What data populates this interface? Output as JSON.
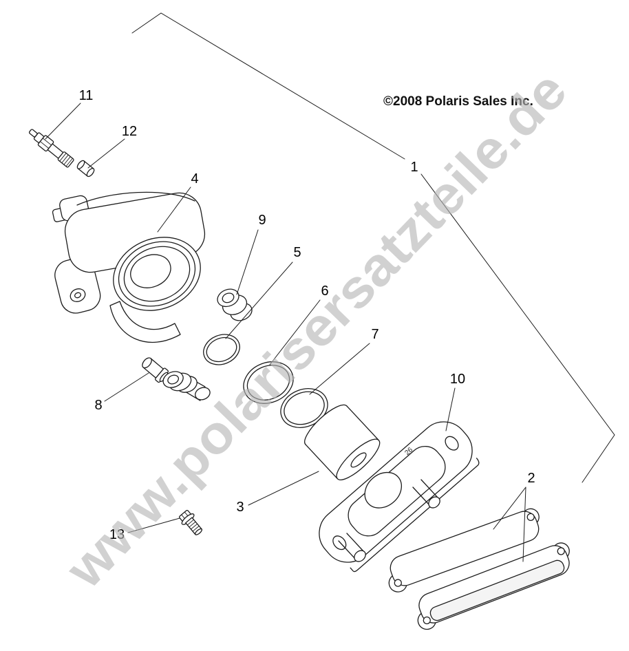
{
  "page": {
    "watermark": "www.polarisersatzteile.de",
    "copyright": "©2008 Polaris Sales Inc."
  },
  "diagram": {
    "marking": "26",
    "callouts": [
      {
        "label": "11"
      },
      {
        "label": "12"
      },
      {
        "label": "4"
      },
      {
        "label": "1"
      },
      {
        "label": "9"
      },
      {
        "label": "5"
      },
      {
        "label": "6"
      },
      {
        "label": "7"
      },
      {
        "label": "8"
      },
      {
        "label": "10"
      },
      {
        "label": "3"
      },
      {
        "label": "2"
      },
      {
        "label": "13"
      }
    ]
  }
}
